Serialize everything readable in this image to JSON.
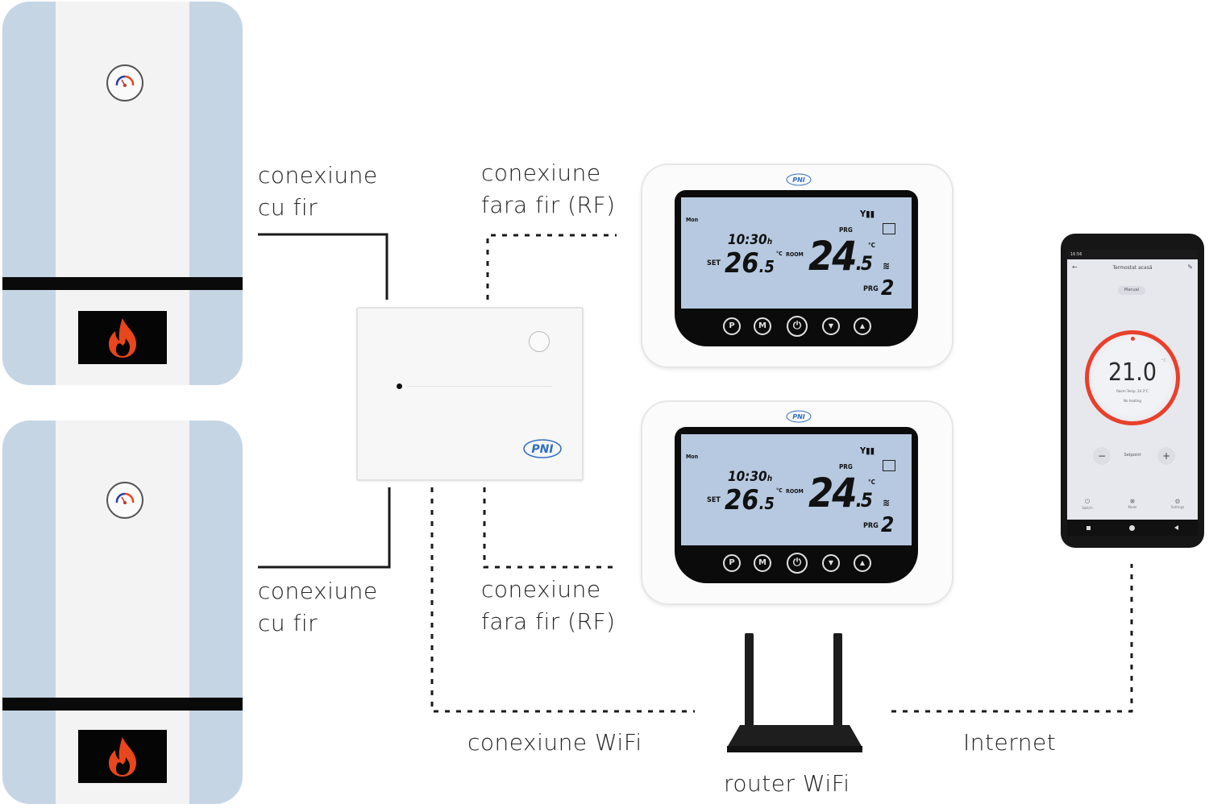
{
  "diagram": {
    "title": "Thermostat wiring and connection diagram",
    "colors": {
      "boiler_side": "#c5d5e4",
      "flame": "#e8461c",
      "lcd": "#b6c9e0",
      "app_ring": "#e8402a",
      "line": "#1a1a1a"
    }
  },
  "labels": {
    "wired_top": {
      "line1": "conexiune",
      "line2": "cu fir"
    },
    "rf_top": {
      "line1": "conexiune",
      "line2": "fara fir (RF)"
    },
    "wired_bottom": {
      "line1": "conexiune",
      "line2": "cu fir"
    },
    "rf_bottom": {
      "line1": "conexiune",
      "line2": "fara fir (RF)"
    },
    "wifi": "conexiune WiFi",
    "internet": "Internet",
    "router": "router WiFi"
  },
  "devices": {
    "boilers": [
      {
        "name": "boiler-top",
        "gauge_icon": "pressure-gauge-icon",
        "flame_icon": "flame-icon"
      },
      {
        "name": "boiler-bottom",
        "gauge_icon": "pressure-gauge-icon",
        "flame_icon": "flame-icon"
      }
    ],
    "receiver": {
      "brand": "PNI"
    },
    "thermostats": [
      {
        "brand": "PNI",
        "time": "10:30",
        "time_unit": "h",
        "set_label": "SET",
        "set_temp": "26",
        "set_temp_dec": ".5",
        "room_label": "ROOM",
        "room_temp": "24",
        "room_temp_dec": ".5",
        "unit": "°C",
        "prg_label": "PRG",
        "program": "2",
        "day_label": "Mon",
        "buttons": [
          "P",
          "M",
          "⏻",
          "▼",
          "▲"
        ]
      },
      {
        "brand": "PNI",
        "time": "10:30",
        "time_unit": "h",
        "set_label": "SET",
        "set_temp": "26",
        "set_temp_dec": ".5",
        "room_label": "ROOM",
        "room_temp": "24",
        "room_temp_dec": ".5",
        "unit": "°C",
        "prg_label": "PRG",
        "program": "2",
        "day_label": "Mon",
        "buttons": [
          "P",
          "M",
          "⏻",
          "▼",
          "▲"
        ]
      }
    ],
    "phone_app": {
      "status_time": "16:56",
      "title": "Termostat acasă",
      "mode_badge": "Manual",
      "setpoint": "21.0",
      "unit": "°C",
      "room_temp": "Room Temp. 24.3°C",
      "heating_status": "No heating",
      "setpoint_label": "Setpoint",
      "minus": "−",
      "plus": "+",
      "tabs": [
        "Switch",
        "Mode",
        "Settings"
      ]
    }
  }
}
